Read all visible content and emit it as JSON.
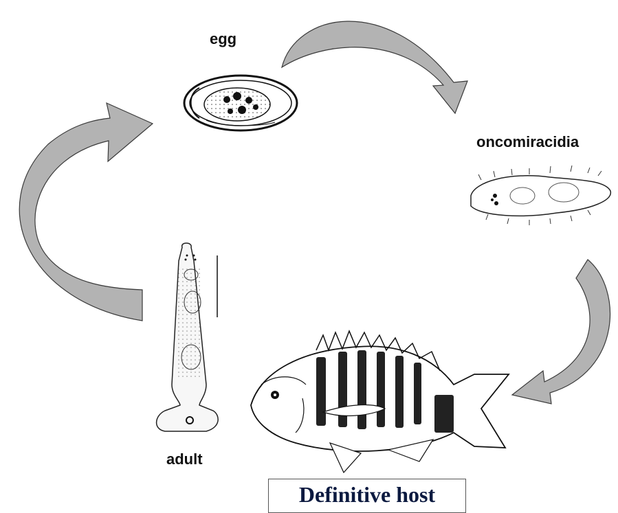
{
  "labels": {
    "egg": "egg",
    "oncomiracidia": "oncomiracidia",
    "adult": "adult",
    "definitive_host": "Definitive host"
  },
  "colors": {
    "arrow_fill": "#b3b3b3",
    "arrow_stroke": "#3a3a3a",
    "ink": "#111111",
    "host_text": "#0c1a40"
  },
  "stages": [
    "egg",
    "oncomiracidia",
    "definitive-host-fish",
    "adult"
  ],
  "icons": [
    "egg-illustration",
    "oncomiracidium-larva-illustration",
    "adult-monogenean-illustration",
    "fish-illustration",
    "scale-bar"
  ]
}
